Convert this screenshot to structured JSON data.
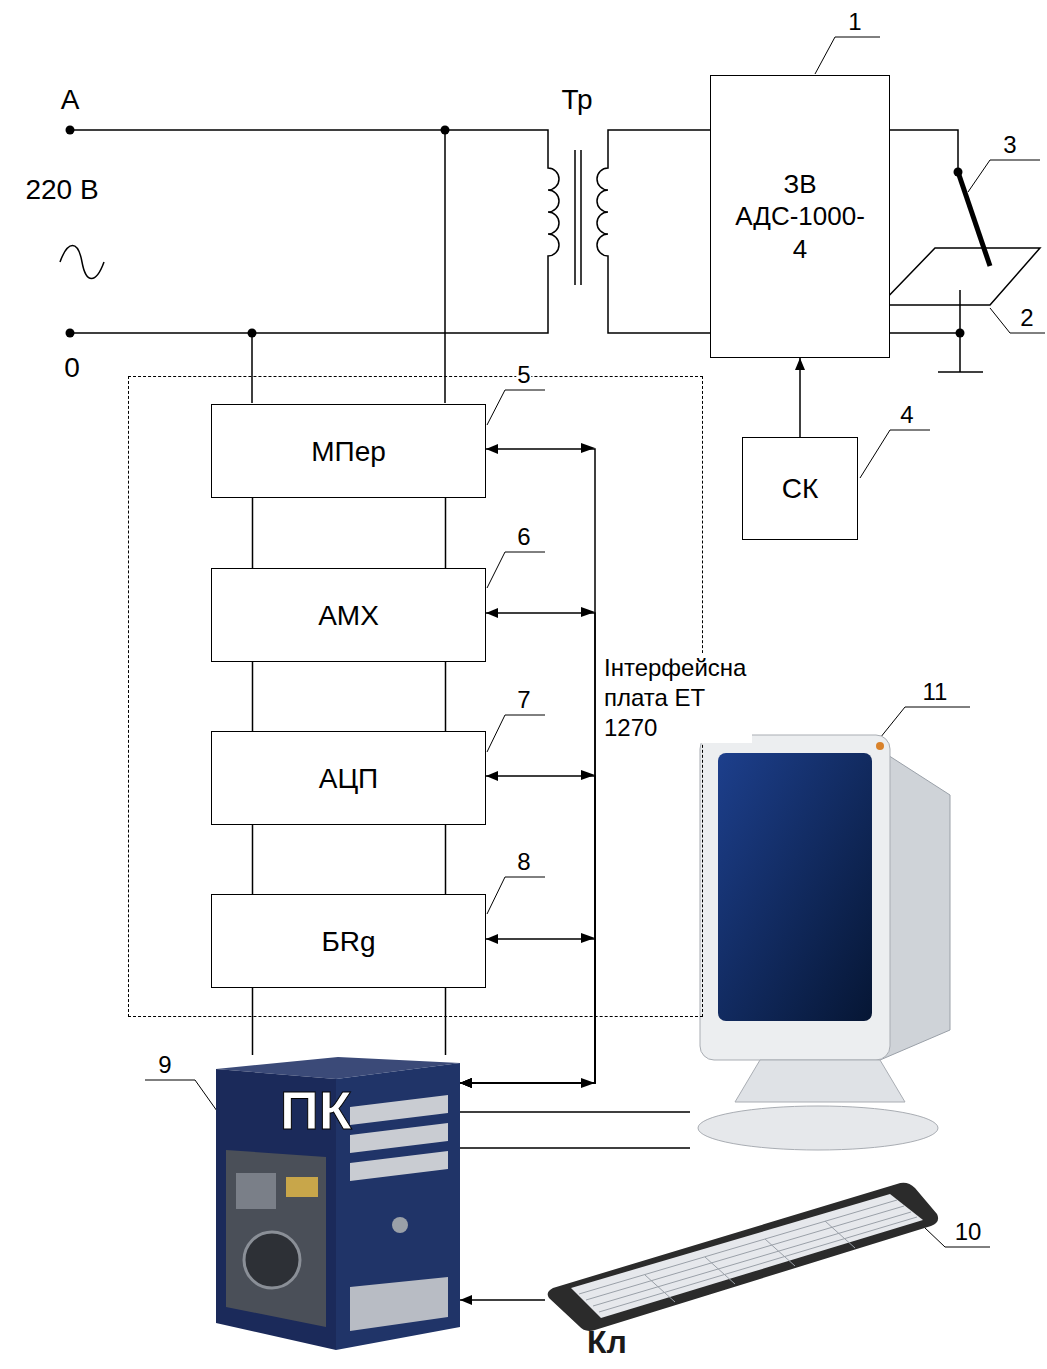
{
  "diagram": {
    "nodes": [
      {
        "text": [
          "ЗВ АДС-1000-4"
        ]
      },
      {
        "text": [
          "СК"
        ]
      },
      {
        "text": [
          "Інтерфейсна плата ЕТ 1270"
        ]
      },
      {
        "text": [
          "МПер"
        ],
        "in": 2
      },
      {
        "text": [
          "АМХ"
        ],
        "in": 2
      },
      {
        "text": [
          "АЦП"
        ],
        "in": 2
      },
      {
        "text": [
          "БRg"
        ],
        "in": 2
      },
      {
        "text": [
          "ПК"
        ]
      },
      {
        "text": [
          "Кл"
        ]
      }
    ],
    "edges": [
      {
        "from": 1,
        "to": 0,
        "arrow": "to"
      },
      {
        "from": 3,
        "to": 4,
        "arrow": "none"
      },
      {
        "from": 4,
        "to": 5,
        "arrow": "none"
      },
      {
        "from": 5,
        "to": 6,
        "arrow": "none"
      },
      {
        "from": 6,
        "to": 7,
        "arrow": "none"
      },
      {
        "from": 3,
        "to": 7,
        "arrow": "both"
      },
      {
        "from": 4,
        "to": 7,
        "arrow": "both"
      },
      {
        "from": 5,
        "to": 7,
        "arrow": "both"
      },
      {
        "from": 6,
        "to": 7,
        "arrow": "both"
      },
      {
        "from": 8,
        "to": 7,
        "arrow": "to"
      }
    ],
    "labels": [
      "A",
      "220 В",
      "0",
      "Тр",
      "1",
      "3",
      "2",
      "4",
      "5",
      "6",
      "7",
      "8",
      "11",
      "9",
      "10"
    ]
  }
}
